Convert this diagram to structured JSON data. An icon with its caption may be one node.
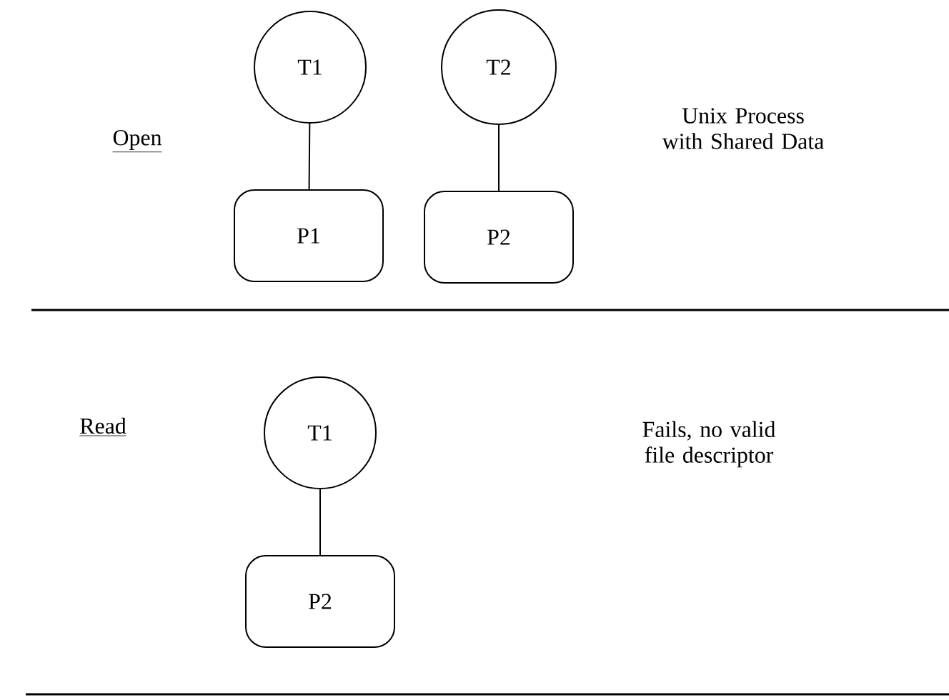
{
  "diagram": {
    "nodes": [
      {
        "text": [
          "T1"
        ]
      },
      {
        "text": [
          "T2"
        ]
      },
      {
        "text": [
          "P1"
        ]
      },
      {
        "text": [
          "P2"
        ]
      },
      {
        "text": [
          "T1"
        ]
      },
      {
        "text": [
          "P2"
        ]
      }
    ],
    "edges": [
      {
        "from": 0,
        "to": 2,
        "arrow": "none"
      },
      {
        "from": 1,
        "to": 3,
        "arrow": "none"
      },
      {
        "from": 4,
        "to": 5,
        "arrow": "none"
      }
    ],
    "labels": [
      "Open",
      "Unix Process with Shared Data",
      "Read",
      "Fails, no valid file descriptor"
    ]
  }
}
